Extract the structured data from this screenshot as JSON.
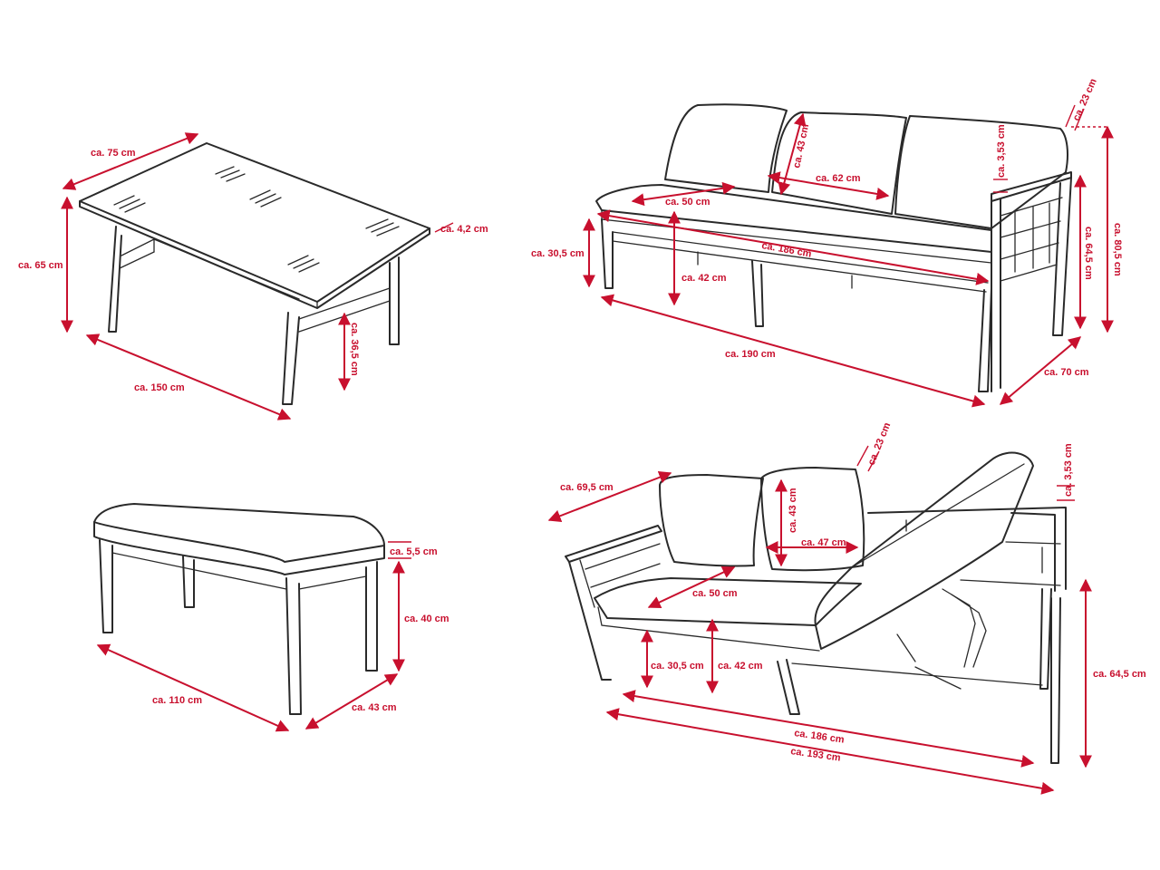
{
  "colors": {
    "dimension": "#c8102e",
    "outline": "#2a2a2a",
    "background": "#ffffff"
  },
  "table": {
    "depth": "ca. 75 cm",
    "height": "ca. 65 cm",
    "top_thickness": "ca. 4,2 cm",
    "frame_height": "ca. 36,5 cm",
    "width": "ca. 150 cm"
  },
  "sofa": {
    "cushion_height": "ca. 43 cm",
    "cushion_width": "ca. 62 cm",
    "seat_depth": "ca. 50 cm",
    "inner_width": "ca. 186 cm",
    "seat_cushion": "ca. 30,5 cm",
    "seat_height": "ca. 42 cm",
    "armrest_top": "ca. 3,53 cm",
    "back_top": "ca. 23 cm",
    "arm_height": "ca. 64,5 cm",
    "total_height": "ca. 80,5 cm",
    "width": "ca. 190 cm",
    "depth": "ca. 70 cm"
  },
  "bench": {
    "cushion": "ca. 5,5 cm",
    "height": "ca. 40 cm",
    "width": "ca. 110 cm",
    "depth": "ca. 43 cm"
  },
  "lounger": {
    "depth": "ca. 69,5 cm",
    "back_top": "ca. 23 cm",
    "armrest_top": "ca. 3,53 cm",
    "cushion_height": "ca. 43 cm",
    "cushion_width": "ca. 47 cm",
    "seat_depth": "ca. 50 cm",
    "seat_cushion": "ca. 30,5 cm",
    "seat_height": "ca. 42 cm",
    "arm_height": "ca. 64,5 cm",
    "inner_width": "ca. 186 cm",
    "width": "ca. 193 cm"
  }
}
